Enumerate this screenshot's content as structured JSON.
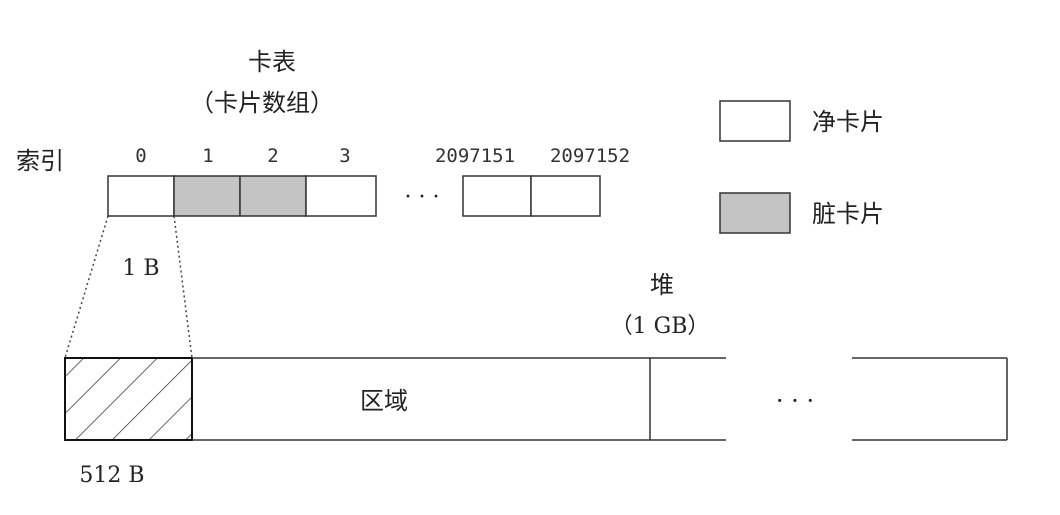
{
  "card_table": {
    "title": "卡表",
    "subtitle": "（卡片数组）",
    "index_label": "索引",
    "indices": [
      "0",
      "1",
      "2",
      "3",
      "2097151",
      "2097152"
    ],
    "ellipsis": "· · ·",
    "cell_size_label": "1 B"
  },
  "legend": {
    "clean_label": "净卡片",
    "dirty_label": "脏卡片"
  },
  "heap": {
    "title": "堆",
    "size_label": "（1 GB）",
    "region_label": "区域",
    "ellipsis": "· · ·",
    "card_size_label": "512 B"
  },
  "colors": {
    "dirty_fill": "#c4c4c4",
    "clean_fill": "#ffffff",
    "stroke": "#333333"
  }
}
